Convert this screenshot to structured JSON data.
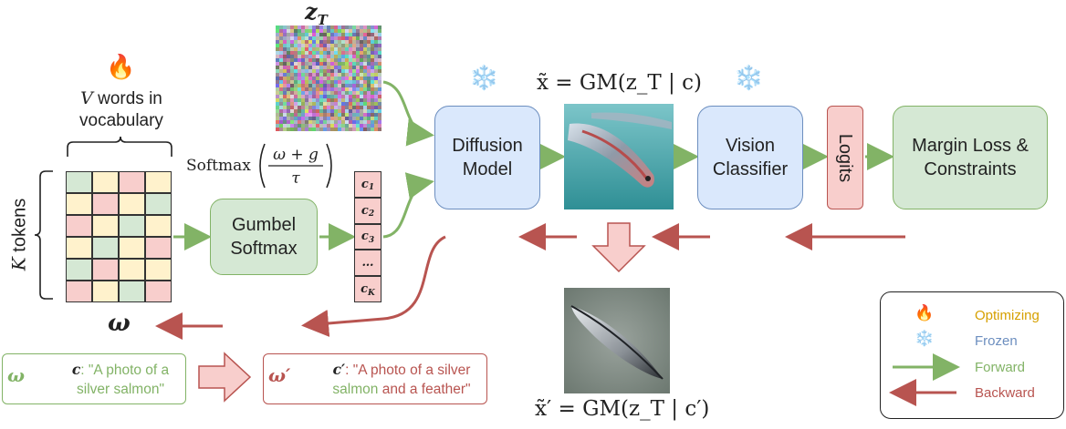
{
  "zT": "z_T",
  "vocab_label": {
    "var": "V",
    "text": "words in vocabulary"
  },
  "k_tokens": {
    "var": "K",
    "text": "tokens"
  },
  "omega": "ω",
  "softmax_formula": {
    "name": "Softmax",
    "num": "ω + g",
    "den": "τ"
  },
  "gumbel": "Gumbel Softmax",
  "c_tokens": [
    "c1",
    "c2",
    "c3",
    "…",
    "cK"
  ],
  "diffusion": "Diffusion Model",
  "vision": "Vision Classifier",
  "logits": "Logits",
  "margin": "Margin Loss & Constraints",
  "x_tilde": "x̃ = GM(z_T | c)",
  "x_tilde_prime": "x̃′ = GM(z_T | c′)",
  "prompt1": {
    "sym": "ω",
    "c": "c",
    "text": ": \"A photo of a silver salmon\""
  },
  "prompt2": {
    "sym": "ω′",
    "c": "c′",
    "text_a": ": \"A photo of a silver",
    "text_b": "salmon",
    "text_c": "and a feather\""
  },
  "legend": {
    "optimizing": "Optimizing",
    "frozen": "Frozen",
    "forward": "Forward",
    "backward": "Backward"
  },
  "colors": {
    "green": "#82b366",
    "red": "#b85450",
    "optimizing": "#d6a000",
    "frozen": "#6c8ebf"
  },
  "matrix": [
    [
      "green",
      "yellow",
      "red",
      "yellow"
    ],
    [
      "yellow",
      "red",
      "yellow",
      "green"
    ],
    [
      "red",
      "yellow",
      "green",
      "yellow"
    ],
    [
      "yellow",
      "green",
      "yellow",
      "red"
    ],
    [
      "green",
      "red",
      "yellow",
      "yellow"
    ],
    [
      "red",
      "yellow",
      "green",
      "red"
    ]
  ]
}
